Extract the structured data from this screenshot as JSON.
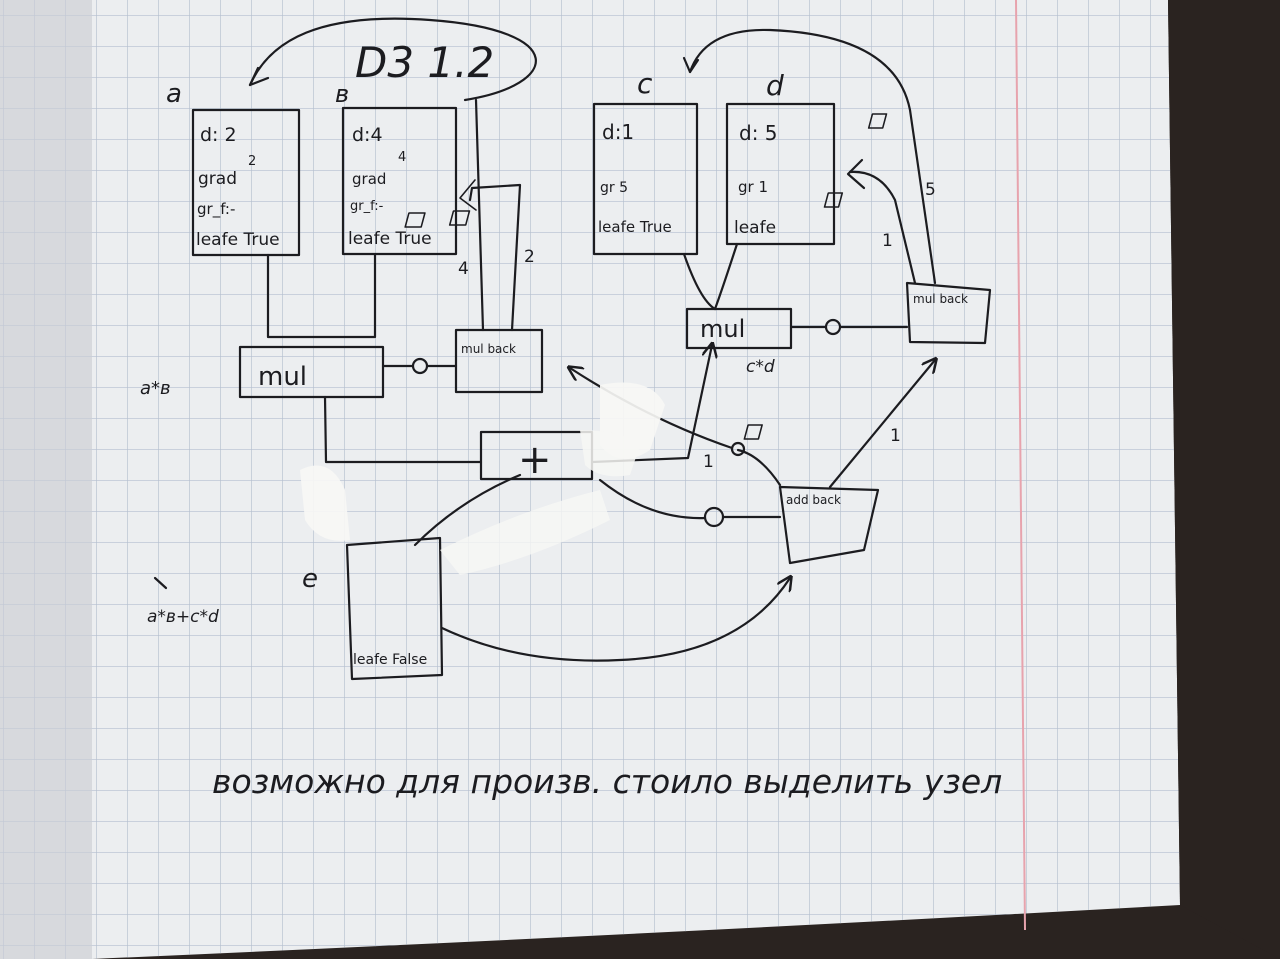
{
  "photo": {
    "colors": {
      "background": "#2a2320",
      "paper": "#eceef0",
      "grid": "#b4bfcf",
      "margin_line": "#e7a3ad",
      "ink": "#1c1c20",
      "correction_fluid": "#f7f7f5"
    },
    "title": "D3 1.2",
    "nodes": {
      "a": {
        "label": "a",
        "lines": [
          "d: 2",
          "grad",
          "gr_f:-",
          "leafe True"
        ],
        "grad_value": "2"
      },
      "b": {
        "label": "в",
        "lines": [
          "d:4",
          "grad",
          "gr_f:-",
          "leafe True"
        ],
        "grad_value": "4"
      },
      "c": {
        "label": "c",
        "lines": [
          "d:1",
          "gr 5",
          "leafe True"
        ]
      },
      "d": {
        "label": "d",
        "lines": [
          "d: 5",
          "gr 1",
          "leafe"
        ]
      },
      "e": {
        "label": "e",
        "lines": [
          "leafe False"
        ]
      }
    },
    "ops": {
      "mul_ab": "mul",
      "mul_cd": "mul",
      "plus": "+",
      "mulback_ab": "mul back",
      "mulback_cd": "mul back",
      "addback": "add back"
    },
    "expressions": {
      "ab": "a*в",
      "cd": "c*d",
      "sum": "a*в+c*d"
    },
    "edge_labels": [
      "4",
      "2",
      "1",
      "5",
      "1",
      "1"
    ],
    "note": "возможно для произв. стоило выделить узел"
  }
}
